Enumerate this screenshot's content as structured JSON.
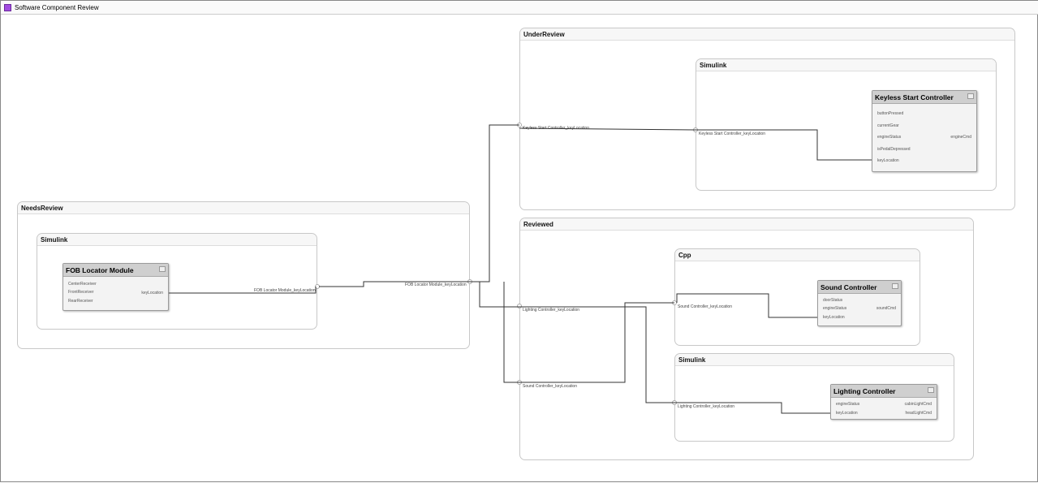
{
  "title": "Software Component Review",
  "groups": {
    "needs_review": {
      "label": "NeedsReview",
      "inner": "Simulink",
      "port_inner": "FOB Locator Module_keyLocation",
      "port_outer": "FOB Locator Module_keyLocation"
    },
    "under_review": {
      "label": "UnderReview",
      "inner": "Simulink",
      "port_outer": "Keyless Start Controller_keyLocation",
      "port_inner": "Keyless Start Controller_keyLocation"
    },
    "reviewed": {
      "label": "Reviewed",
      "inner_cpp": "Cpp",
      "inner_simulink": "Simulink",
      "port_lighting": "Lighting Controller_keyLocation",
      "port_sound": "Sound Controller_keyLocation",
      "port_cpp": "Sound Controller_keyLocation",
      "port_sim": "Lighting Controller_keyLocation"
    }
  },
  "blocks": {
    "fob": {
      "name": "FOB Locator Module",
      "inputs": [
        "CenterReceiver",
        "FrontReceiver",
        "RearReceiver"
      ],
      "outputs": [
        "keyLocation"
      ]
    },
    "keyless": {
      "name": "Keyless Start Controller",
      "inputs": [
        "buttonPressed",
        "currentGear",
        "engineStatus",
        "isPedalDepressed",
        "keyLocation"
      ],
      "outputs": [
        "engineCmd"
      ]
    },
    "sound": {
      "name": "Sound Controller",
      "inputs": [
        "doorStatus",
        "engineStatus",
        "keyLocation"
      ],
      "outputs": [
        "soundCmd"
      ]
    },
    "lighting": {
      "name": "Lighting Controller",
      "inputs": [
        "engineStatus",
        "keyLocation"
      ],
      "outputs": [
        "cabinLightCmd",
        "headLightCmd"
      ]
    }
  }
}
